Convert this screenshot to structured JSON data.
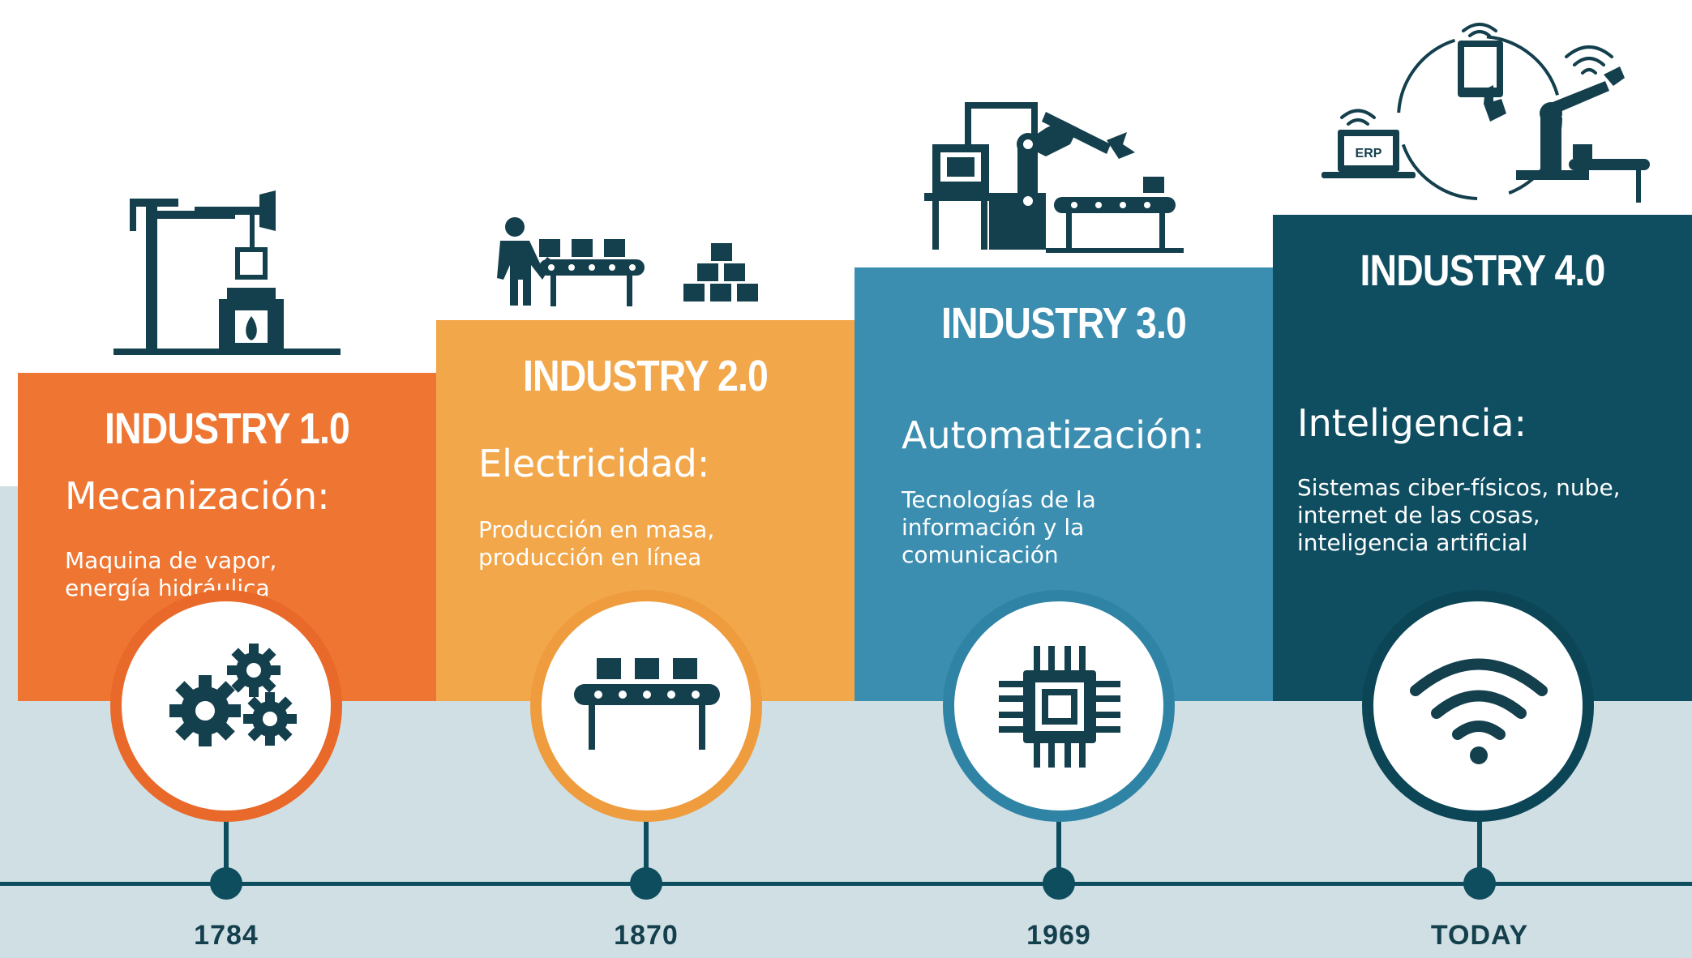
{
  "stages": [
    {
      "title": "INDUSTRY 1.0",
      "heading": "Mecanización:",
      "description": "Maquina de vapor, energía hidráulica",
      "year": "1784",
      "color": "#ee7632",
      "ring": "#e8692a",
      "icon_top": "oil-pump-furnace-icon",
      "icon_circle": "gears-icon"
    },
    {
      "title": "INDUSTRY 2.0",
      "heading": "Electricidad:",
      "description": "Producción en masa, producción en línea",
      "year": "1870",
      "color": "#f2a74a",
      "ring": "#ee9c3d",
      "icon_top": "worker-conveyor-icon",
      "icon_circle": "conveyor-belt-icon"
    },
    {
      "title": "INDUSTRY 3.0",
      "heading": "Automatización:",
      "description": "Tecnologías de la información y la comunicación",
      "year": "1969",
      "color": "#3b8eb0",
      "ring": "#2f83a5",
      "icon_top": "computer-robot-arm-icon",
      "icon_circle": "microchip-icon"
    },
    {
      "title": "INDUSTRY 4.0",
      "heading": "Inteligencia:",
      "description": "Sistemas ciber-físicos, nube, internet de las cosas, inteligencia artificial",
      "year": "TODAY",
      "color": "#0f4e61",
      "ring": "#0c4556",
      "icon_top": "connected-devices-icon",
      "icon_circle": "wifi-icon"
    }
  ],
  "top_icon_labels": {
    "erp": "ERP"
  },
  "colors": {
    "dark": "#143f4d",
    "band": "#d0dfe4",
    "timeline": "#0e4d5e"
  }
}
